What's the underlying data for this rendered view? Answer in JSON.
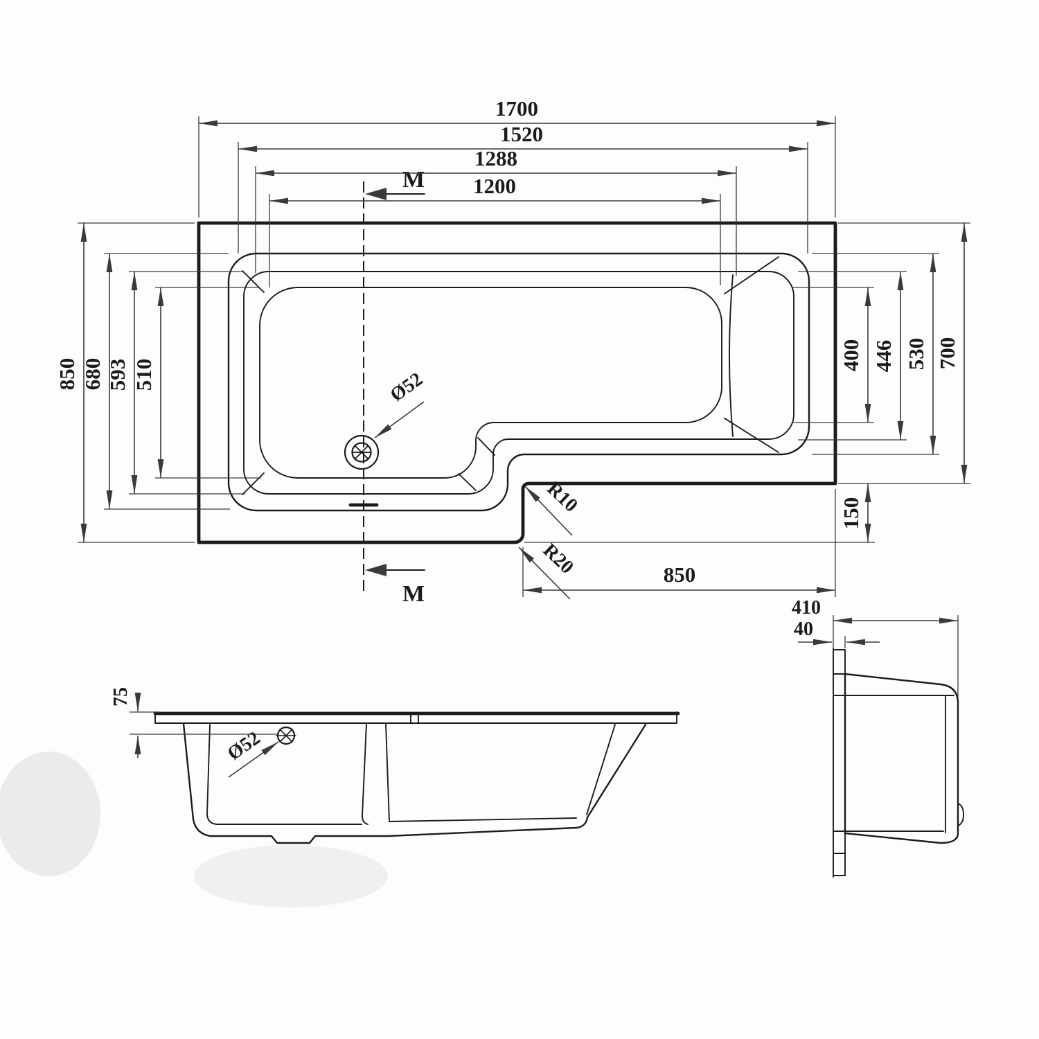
{
  "colors": {
    "background": "#fdfdfd",
    "ink": "#1b1b1b",
    "dim": "#3a3a3a"
  },
  "top_view": {
    "dims_h": [
      "1700",
      "1520",
      "1288",
      "1200"
    ],
    "dims_left": [
      "850",
      "680",
      "593",
      "510"
    ],
    "dims_right": [
      "400",
      "446",
      "530",
      "700"
    ],
    "dim_step": "150",
    "dim_bottom": "850",
    "drain_label": "Ø52",
    "radius_inner": "R10",
    "radius_outer": "R20",
    "section_marker_top": "M",
    "section_marker_bottom": "M"
  },
  "side_view": {
    "rim_dim": "75",
    "drain_label": "Ø52"
  },
  "end_view": {
    "depth_dim": "410",
    "flange_dim": "40"
  }
}
